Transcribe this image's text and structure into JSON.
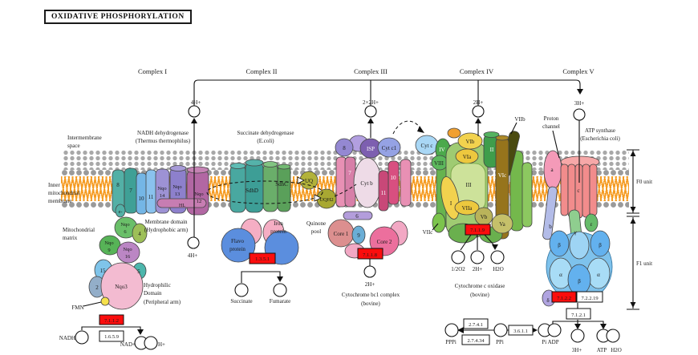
{
  "title": "OXIDATIVE PHOSPHORYLATION",
  "headers": [
    "Complex I",
    "Complex II",
    "Complex III",
    "Complex IV",
    "Complex V"
  ],
  "compartments": {
    "ims": [
      "Intermembrane",
      "space"
    ],
    "imm": [
      "Inner",
      "mitochondrial",
      "membrane"
    ],
    "matrix": [
      "Mitochondrial",
      "matrix"
    ]
  },
  "complex1": {
    "name": [
      "NADH dehydrogenase",
      "(Thermus thermophilus)"
    ],
    "proton_pumped": "4H+",
    "proton_matrix": "4H+",
    "membrane_domain": [
      "Membrane domain",
      "(Hydrophobic arm)"
    ],
    "hydrophilic_domain": [
      "Hydrophilic",
      "Domain",
      "(Peripheral arm)"
    ],
    "subunits": {
      "s8": "8",
      "s7": "7",
      "s10": "10",
      "s11": "11",
      "nqo14": [
        "Nqo",
        "14"
      ],
      "nqo13": [
        "Nqo",
        "13"
      ],
      "nqo12": [
        "Nqo",
        "12"
      ],
      "hl": "HL",
      "e": "e-",
      "nqo6": [
        "Nqo",
        "6"
      ],
      "s4": "4",
      "nqo9": [
        "Nqo",
        "9"
      ],
      "nqo16": [
        "Nqo",
        "16"
      ],
      "s15": "15",
      "s5": "5",
      "s2": "2",
      "nqo3": "Nqo3"
    },
    "fmn": "FMN",
    "ec_red": "7.1.1.2",
    "ec_white": "1.6.5.9",
    "nadh": "NADH",
    "nad": "NAD+",
    "hplus": "H+"
  },
  "complex2": {
    "name": [
      "Succinate dehydrogenase",
      "(E.coli)"
    ],
    "subunits": {
      "sdhd": "SdhD",
      "sdhc": "SdhC",
      "flavo": [
        "Flavo",
        "protein"
      ],
      "iron": [
        "Iron",
        "protein"
      ]
    },
    "uq": "UQ",
    "uqh2": "UQH2",
    "quinone_pool": [
      "Quinone",
      "pool"
    ],
    "ec_red": "1.3.5.1",
    "succinate": "Succinate",
    "fumarate": "Fumarate"
  },
  "complex3": {
    "proton_pumped": "2×2H+",
    "proton_released": "2H+",
    "subunits": {
      "s8": "8",
      "isp": "ISP",
      "cytc1": "Cyt c1",
      "s7": "7",
      "cytb": "Cyt b",
      "s10": "10",
      "s11": "11",
      "s6": "6",
      "core1": "Core 1",
      "s9": "9",
      "core2": "Core 2"
    },
    "cytc": "Cyt c",
    "ec_red": "7.1.1.8",
    "caption": [
      "Cytochrome bc1 complex",
      "(bovine)"
    ]
  },
  "complex4": {
    "proton_pumped": "2H+",
    "subunits": {
      "viib": "VIIb",
      "iv": "IV",
      "viii": "VIII",
      "vib": "VIb",
      "via": "VIa",
      "ii": "II",
      "iii": "III",
      "vic": "VIc",
      "i": "I",
      "viia": "VIIa",
      "vb": "Vb",
      "va": "Va",
      "viic": "VIIc"
    },
    "ec_red": "7.1.1.9",
    "o2": "1/2O2",
    "h2": "2H+",
    "h2o": "H2O",
    "caption": [
      "Cytochrome c oxidase",
      "(bovine)"
    ]
  },
  "complex5": {
    "proton_in": "3H+",
    "name": [
      "ATP synthase",
      "(Escherichia coli)"
    ],
    "proton_channel": [
      "Proton",
      "channel"
    ],
    "subunits": {
      "a": "a",
      "b": "b",
      "c": "c",
      "gamma": "γ",
      "epsilon": "ε",
      "delta": "δ",
      "alpha": "α",
      "beta": "β"
    },
    "ec_red": "7.1.2.2",
    "ec_white_1": "7.2.2.19",
    "ec_white_2": "7.1.2.1",
    "h_out": "3H+",
    "atp": "ATP",
    "h2o": "H2O",
    "pi_adp": "Pi ADP",
    "f0": "F0 unit",
    "f1": "F1 unit"
  },
  "ppp": {
    "pppi": "PPPi",
    "ec_top": "2.7.4.1",
    "ec_bottom": "2.7.4.34",
    "ppi": "PPi",
    "ec_right": "3.6.1.1"
  }
}
